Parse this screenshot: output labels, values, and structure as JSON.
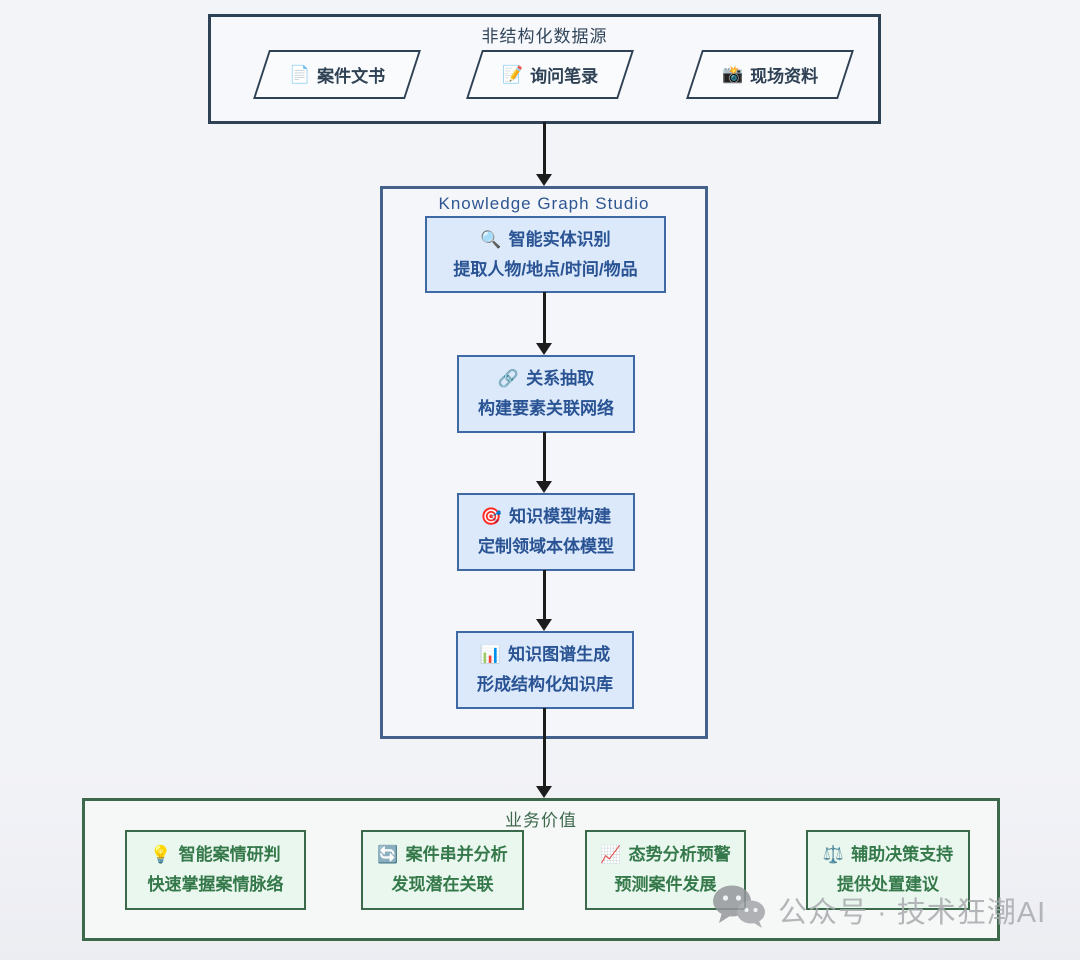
{
  "source_section": {
    "title": "非结构化数据源",
    "items": [
      {
        "icon": "📄",
        "label": "案件文书"
      },
      {
        "icon": "📝",
        "label": "询问笔录"
      },
      {
        "icon": "📸",
        "label": "现场资料"
      }
    ]
  },
  "kgs_section": {
    "title": "Knowledge Graph Studio",
    "steps": [
      {
        "icon": "🔍",
        "line1": "智能实体识别",
        "line2": "提取人物/地点/时间/物品"
      },
      {
        "icon": "🔗",
        "line1": "关系抽取",
        "line2": "构建要素关联网络"
      },
      {
        "icon": "🎯",
        "line1": "知识模型构建",
        "line2": "定制领域本体模型"
      },
      {
        "icon": "📊",
        "line1": "知识图谱生成",
        "line2": "形成结构化知识库"
      }
    ]
  },
  "value_section": {
    "title": "业务价值",
    "items": [
      {
        "icon": "💡",
        "line1": "智能案情研判",
        "line2": "快速掌握案情脉络"
      },
      {
        "icon": "🔄",
        "line1": "案件串并分析",
        "line2": "发现潜在关联"
      },
      {
        "icon": "📈",
        "line1": "态势分析预警",
        "line2": "预测案件发展"
      },
      {
        "icon": "⚖️",
        "line1": "辅助决策支持",
        "line2": "提供处置建议"
      }
    ]
  },
  "watermark": {
    "text": "公众号 · 技术狂潮AI"
  },
  "colors": {
    "slate_border": "#2f4154",
    "kgs_border": "#44618c",
    "blue_box_bg": "#dbe9fa",
    "blue_box_border": "#3e69a4",
    "blue_text": "#2a5394",
    "green_border": "#3a6a4a",
    "green_box_bg": "#eaf7ee",
    "green_text": "#35794b",
    "arrow": "#1c1c1c",
    "watermark_gray": "#a9aaaf"
  }
}
